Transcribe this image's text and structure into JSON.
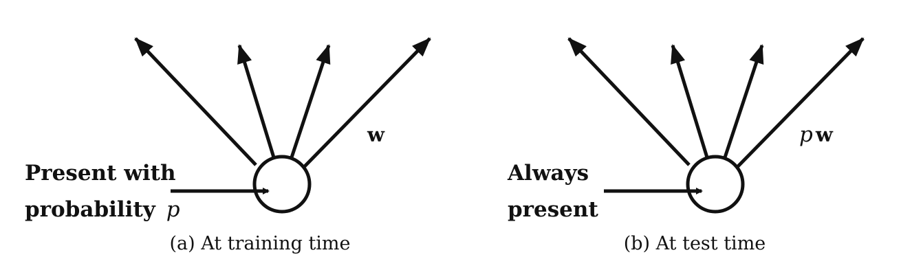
{
  "panel_a": {
    "input_label_line1": "Present with",
    "input_label_line2": "probability",
    "input_label_var": "p",
    "weight_label": "w",
    "caption": "(a) At training time"
  },
  "panel_b": {
    "input_label_line1": "Always",
    "input_label_line2": "present",
    "weight_label_prefix": "p",
    "weight_label": "w",
    "caption": "(b) At test time"
  }
}
